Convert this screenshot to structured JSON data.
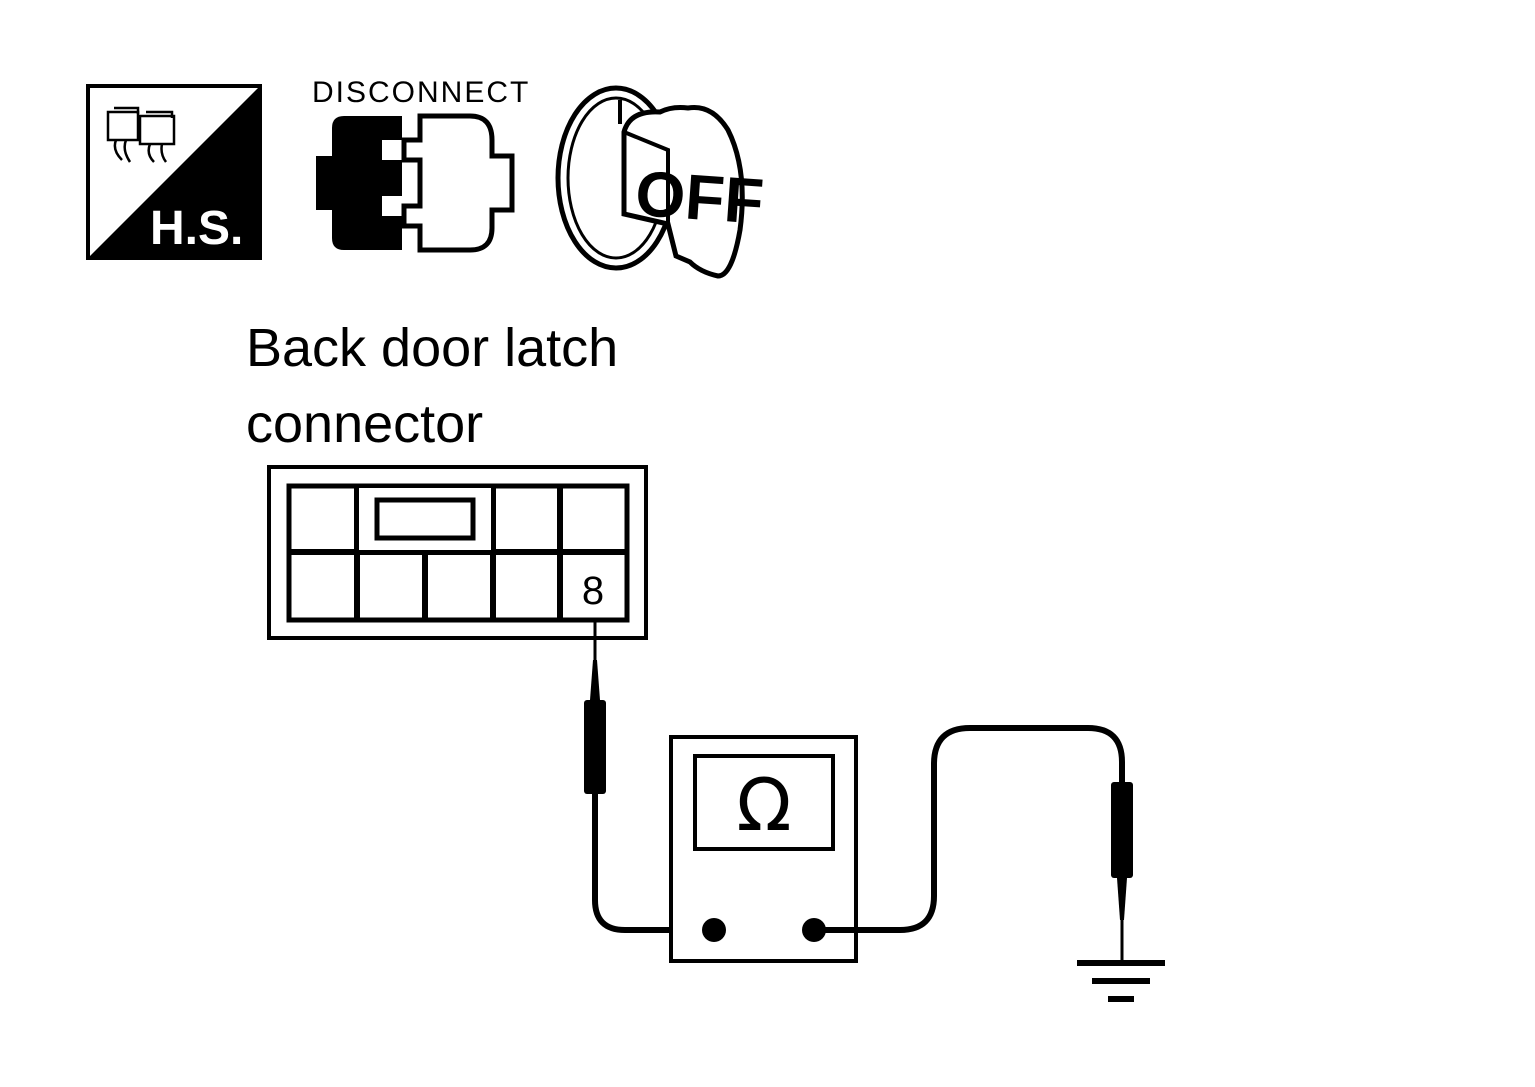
{
  "icons": {
    "harness_badge": {
      "name": "harness-connector-icon",
      "text": "H.S."
    },
    "disconnect": {
      "name": "disconnect-connector-icon",
      "text": "DISCONNECT"
    },
    "ignition_key": {
      "name": "ignition-key-icon",
      "text": "OFF"
    }
  },
  "connector": {
    "label_line1": "Back door latch",
    "label_line2": "connector",
    "pin_label": "8"
  },
  "meter": {
    "symbol": "Ω",
    "icon": "ohmmeter-icon"
  },
  "ground": {
    "icon": "ground-icon"
  },
  "colors": {
    "ink": "#000000",
    "paper": "#ffffff"
  }
}
